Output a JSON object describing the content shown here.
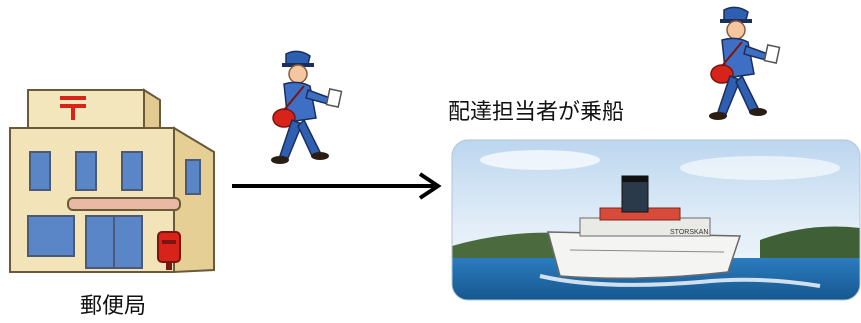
{
  "labels": {
    "post_office": "郵便局",
    "boarding": "配達担当者が乗船",
    "ship_name": "STORSKAN"
  },
  "icons": [
    "post-office-building-icon",
    "mail-carrier-icon",
    "arrow-right-icon",
    "steamship-photo",
    "mail-carrier-icon"
  ],
  "colors": {
    "building_wall": "#f2e3b8",
    "building_roof": "#e8c98a",
    "postal_red": "#d8231a",
    "window_blue": "#5a86c8",
    "uniform_blue": "#3f6fc4",
    "sea": "#1e6fb0",
    "sky": "#cfe3f5"
  }
}
